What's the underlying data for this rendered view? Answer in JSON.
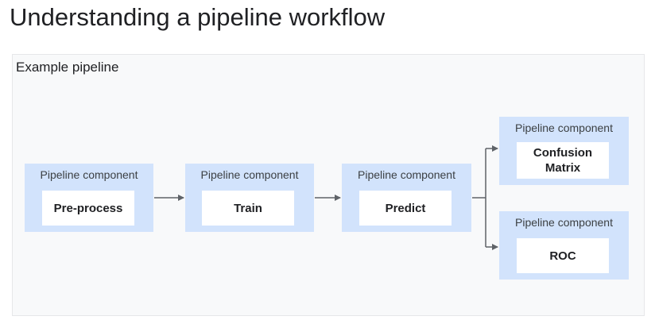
{
  "slide": {
    "title": "Understanding a pipeline workflow"
  },
  "diagram": {
    "label": "Example pipeline",
    "component_label": "Pipeline component",
    "steps": [
      {
        "name": "Pre-process"
      },
      {
        "name": "Train"
      },
      {
        "name": "Predict"
      },
      {
        "name": "Confusion\nMatrix"
      },
      {
        "name": "ROC"
      }
    ]
  },
  "colors": {
    "component_bg": "#d2e3fc",
    "step_bg": "#ffffff",
    "panel_bg": "#f8f9fa",
    "connector": "#5f6368"
  }
}
